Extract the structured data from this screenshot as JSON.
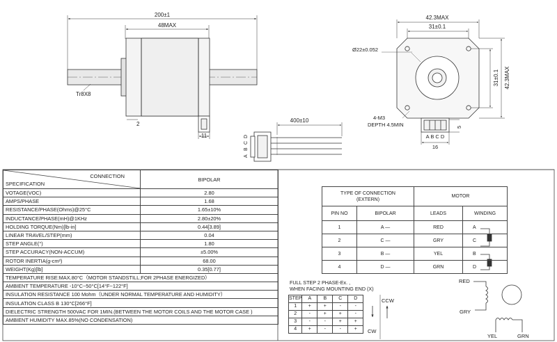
{
  "drawing": {
    "side": {
      "total_length": "200±1",
      "body_length": "48MAX",
      "thread": "Tr8X8",
      "boss": "2",
      "tab": "11",
      "cable_length": "400±10",
      "cable_leads": [
        "A",
        "B",
        "C",
        "D"
      ]
    },
    "front": {
      "frame": "42.3MAX",
      "hole_spacing": "31±0.1",
      "hole_spacing_v": "31±0.1",
      "frame_v": "42.3MAX",
      "pilot": "Ø22±0.052",
      "screws": "4-M3",
      "depth": "DEPTH 4.5MIN",
      "conn_width": "16",
      "conn_height": "5",
      "pins": "A B C D"
    }
  },
  "spec_table": {
    "header_connection": "CONNECTION",
    "header_specification": "SPECIFICATION",
    "header_value": "BIPOLAR",
    "rows": [
      {
        "label": "VOTAGE(VOC)",
        "value": "2.80"
      },
      {
        "label": "AMPS/PHASE",
        "value": "1.68"
      },
      {
        "label": "RESISTANCE/PHASE(Ohms)@25°C",
        "value": "1.65±10%"
      },
      {
        "label": "INDUCTANCE/PHASE(mH)@1KHz",
        "value": "2.80±20%"
      },
      {
        "label": "HOLDING TORQUE(Nm)[lb-in]",
        "value": "0.44[3.89]"
      },
      {
        "label": "LINEAR TRAVEL/STEP(mm)",
        "value": "0.04"
      },
      {
        "label": "STEP ANGLE(°)",
        "value": "1.80"
      },
      {
        "label": "STEP ACCURACY(NON-ACCUM)",
        "value": "±5.00%"
      },
      {
        "label": "ROTOR INERTIA(g-cm²)",
        "value": "68.00"
      },
      {
        "label": "WEIGHT(Kg)[lb]",
        "value": "0.35[0.77]"
      }
    ],
    "full_rows": [
      "TEMPERATURE RISE:MAX.80°C（MOTOR STANDSTILL;FOR 2PHASE ENERGIZED）",
      "AMBIENT TEMPERATURE -10°C~50°C[14°F~122°F]",
      "INSULATION RESISTANCE 100 Mohm（UNDER NORMAL TEMPERATURE AND HUMIDITY）",
      "INSULATION CLASS B 130°C[266°F]",
      "DIELECTRIC STRENGTH 500VAC FOR 1MIN.(BETWEEN THE MOTOR COILS AND THE MOTOR CASE )",
      "AMBIENT HUMIDITY MAX.85%(NO CONDENSATION)"
    ]
  },
  "connection_table": {
    "type_header": "TYPE OF CONNECTION\n(EXTERN)",
    "motor_header": "MOTOR",
    "col_pin": "PIN NO",
    "col_bipolar": "BIPOLAR",
    "col_leads": "LEADS",
    "col_winding": "WINDING",
    "rows": [
      {
        "pin": "1",
        "bipolar": "A —",
        "lead": "RED",
        "wind": "A"
      },
      {
        "pin": "2",
        "bipolar": "C —",
        "lead": "GRY",
        "wind": "C"
      },
      {
        "pin": "3",
        "bipolar": "B —",
        "lead": "YEL",
        "wind": "B"
      },
      {
        "pin": "4",
        "bipolar": "D —",
        "lead": "GRN",
        "wind": "D"
      }
    ]
  },
  "step_sequence": {
    "title_line1": "FULL STEP  2 PHASE-Ex. ,",
    "title_line2": "WHEN FACING MOUNTING END (X)",
    "headers": [
      "STEP",
      "A",
      "B",
      "C",
      "D"
    ],
    "rows": [
      [
        "1",
        "+",
        "+",
        "-",
        "-"
      ],
      [
        "2",
        "-",
        "+",
        "+",
        "-"
      ],
      [
        "3",
        "-",
        "-",
        "+",
        "+"
      ],
      [
        "4",
        "+",
        "-",
        "-",
        "+"
      ]
    ],
    "ccw": "CCW",
    "cw": "CW"
  },
  "wiring": {
    "red": "RED",
    "gry": "GRY",
    "yel": "YEL",
    "grn": "GRN"
  }
}
